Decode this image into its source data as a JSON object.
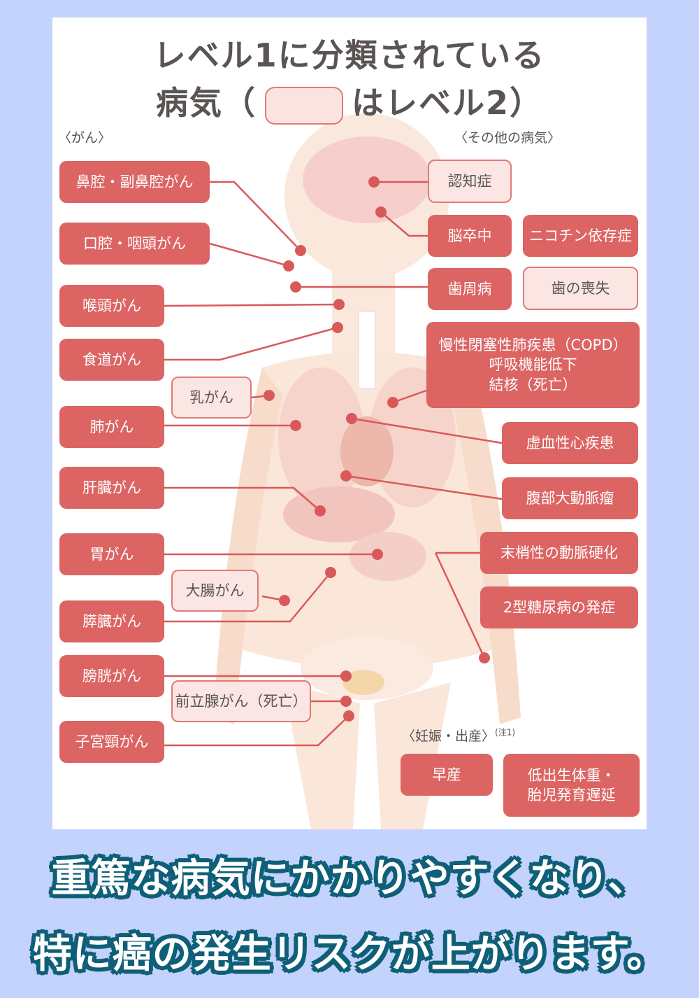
{
  "title": {
    "line1": "レベル1に分類されている",
    "line2_prefix": "病気（",
    "line2_suffix": "はレベル2）"
  },
  "colors": {
    "page_background": "#c3d3fb",
    "level1_box": "#dc6463",
    "level2_box": "#fbe6e3",
    "level2_border": "#e07a76",
    "connector": "#d9595a",
    "footer_outline": "#0f5f78"
  },
  "sections": {
    "cancer": "〈がん〉",
    "other": "〈その他の病気〉",
    "pregnancy": "〈妊娠・出産〉",
    "pregnancy_note": "(注1)"
  },
  "cancer_items": [
    {
      "label": "鼻腔・副鼻腔がん",
      "level": 1
    },
    {
      "label": "口腔・咽頭がん",
      "level": 1
    },
    {
      "label": "喉頭がん",
      "level": 1
    },
    {
      "label": "食道がん",
      "level": 1
    },
    {
      "label": "乳がん",
      "level": 2
    },
    {
      "label": "肺がん",
      "level": 1
    },
    {
      "label": "肝臓がん",
      "level": 1
    },
    {
      "label": "胃がん",
      "level": 1
    },
    {
      "label": "大腸がん",
      "level": 2
    },
    {
      "label": "膵臓がん",
      "level": 1
    },
    {
      "label": "膀胱がん",
      "level": 1
    },
    {
      "label": "前立腺がん（死亡）",
      "level": 2
    },
    {
      "label": "子宮頸がん",
      "level": 1
    }
  ],
  "other_items": [
    {
      "label": "認知症",
      "level": 2
    },
    {
      "label": "脳卒中",
      "level": 1
    },
    {
      "label": "ニコチン依存症",
      "level": 1
    },
    {
      "label": "歯周病",
      "level": 1
    },
    {
      "label": "歯の喪失",
      "level": 2
    },
    {
      "label": "慢性閉塞性肺疾患（COPD）",
      "line2": "呼吸機能低下",
      "line3": "結核（死亡）",
      "level": 1
    },
    {
      "label": "虚血性心疾患",
      "level": 1
    },
    {
      "label": "腹部大動脈瘤",
      "level": 1
    },
    {
      "label": "末梢性の動脈硬化",
      "level": 1
    },
    {
      "label": "2型糖尿病の発症",
      "level": 1
    }
  ],
  "pregnancy_items": [
    {
      "label": "早産",
      "level": 1
    },
    {
      "label": "低出生体重・",
      "line2": "胎児発育遅延",
      "level": 1
    }
  ],
  "footer": {
    "line1": "重篤な病気にかかりやすくなり、",
    "line2": "特に癌の発生リスクが上がります。"
  }
}
